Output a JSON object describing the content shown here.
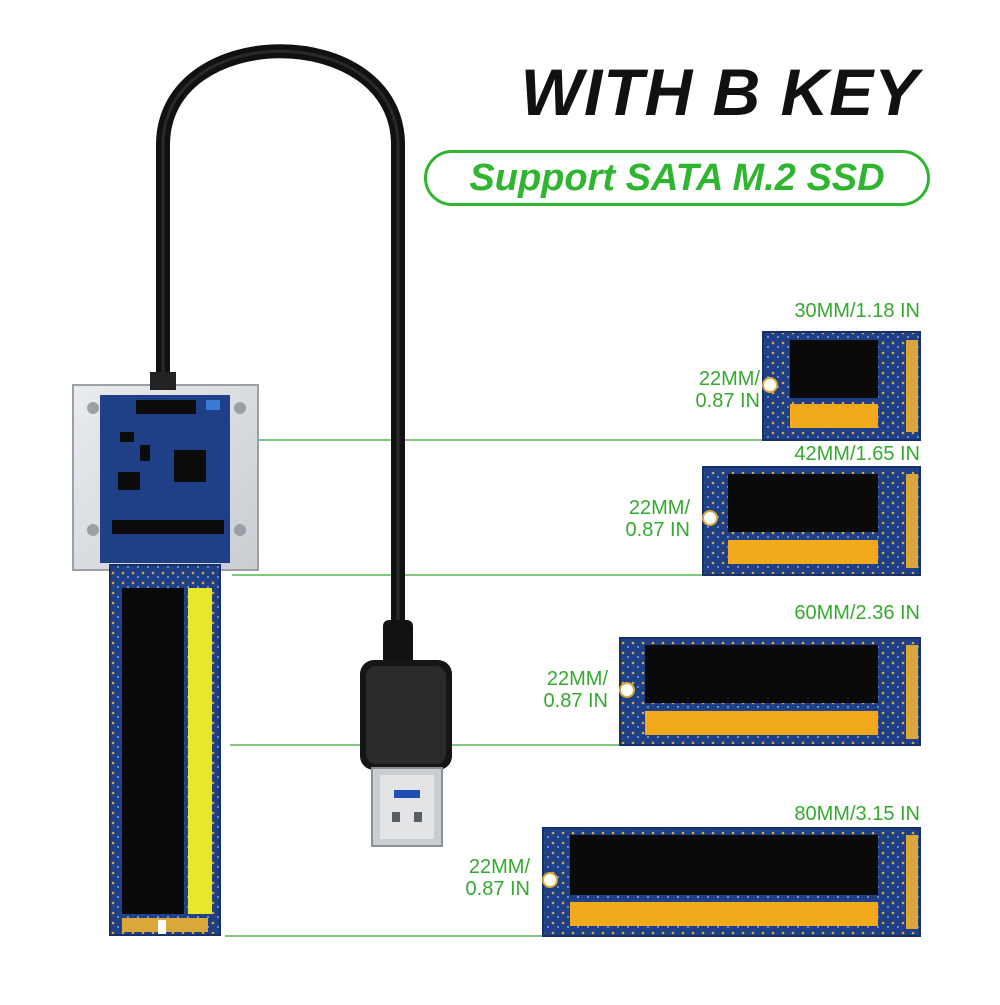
{
  "headline": "WITH B KEY",
  "subheadline": "Support SATA M.2 SSD",
  "sizes": [
    {
      "length": "30MM/1.18 IN",
      "width_line1": "22MM/",
      "width_line2": "0.87 IN"
    },
    {
      "length": "42MM/1.65 IN",
      "width_line1": "22MM/",
      "width_line2": "0.87 IN"
    },
    {
      "length": "60MM/2.36 IN",
      "width_line1": "22MM/",
      "width_line2": "0.87 IN"
    },
    {
      "length": "80MM/3.15 IN",
      "width_line1": "22MM/",
      "width_line2": "0.87 IN"
    }
  ],
  "colors": {
    "accent_green": "#2fb52f",
    "label_green": "#35a92f",
    "pcb_blue": "#1f3f86",
    "chip_black": "#0a0a0a",
    "label_yellow": "#f2a91c",
    "gold": "#d9a73a",
    "sticker_yellow": "#e8e82a"
  },
  "icons": [
    "usb-cable-icon",
    "usb-a-plug-icon",
    "enclosure-icon",
    "m2-ssd-icon"
  ]
}
